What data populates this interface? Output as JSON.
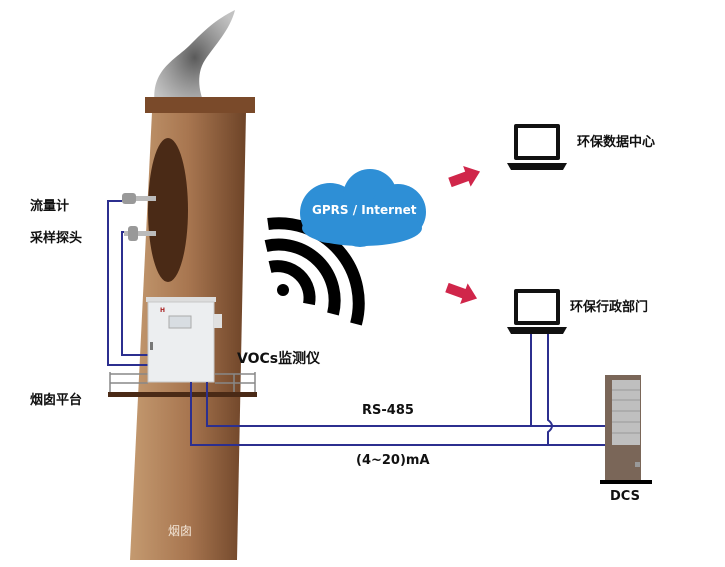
{
  "labels": {
    "flowmeter": "流量计",
    "sampling_probe": "采样探头",
    "chimney_platform": "烟囱平台",
    "voc_monitor": "VOCs监测仪",
    "chimney": "烟囱",
    "cloud": "GPRS / Internet",
    "data_center": "环保数据中心",
    "admin_dept": "环保行政部门",
    "rs485": "RS-485",
    "analog": "(4~20)mA",
    "dcs": "DCS"
  },
  "colors": {
    "chimney": "#9a6a44",
    "wire": "#2c2f8f",
    "cloud": "#2e8fd6",
    "arrow": "#d0264a",
    "smoke": "#6e6e6e"
  }
}
